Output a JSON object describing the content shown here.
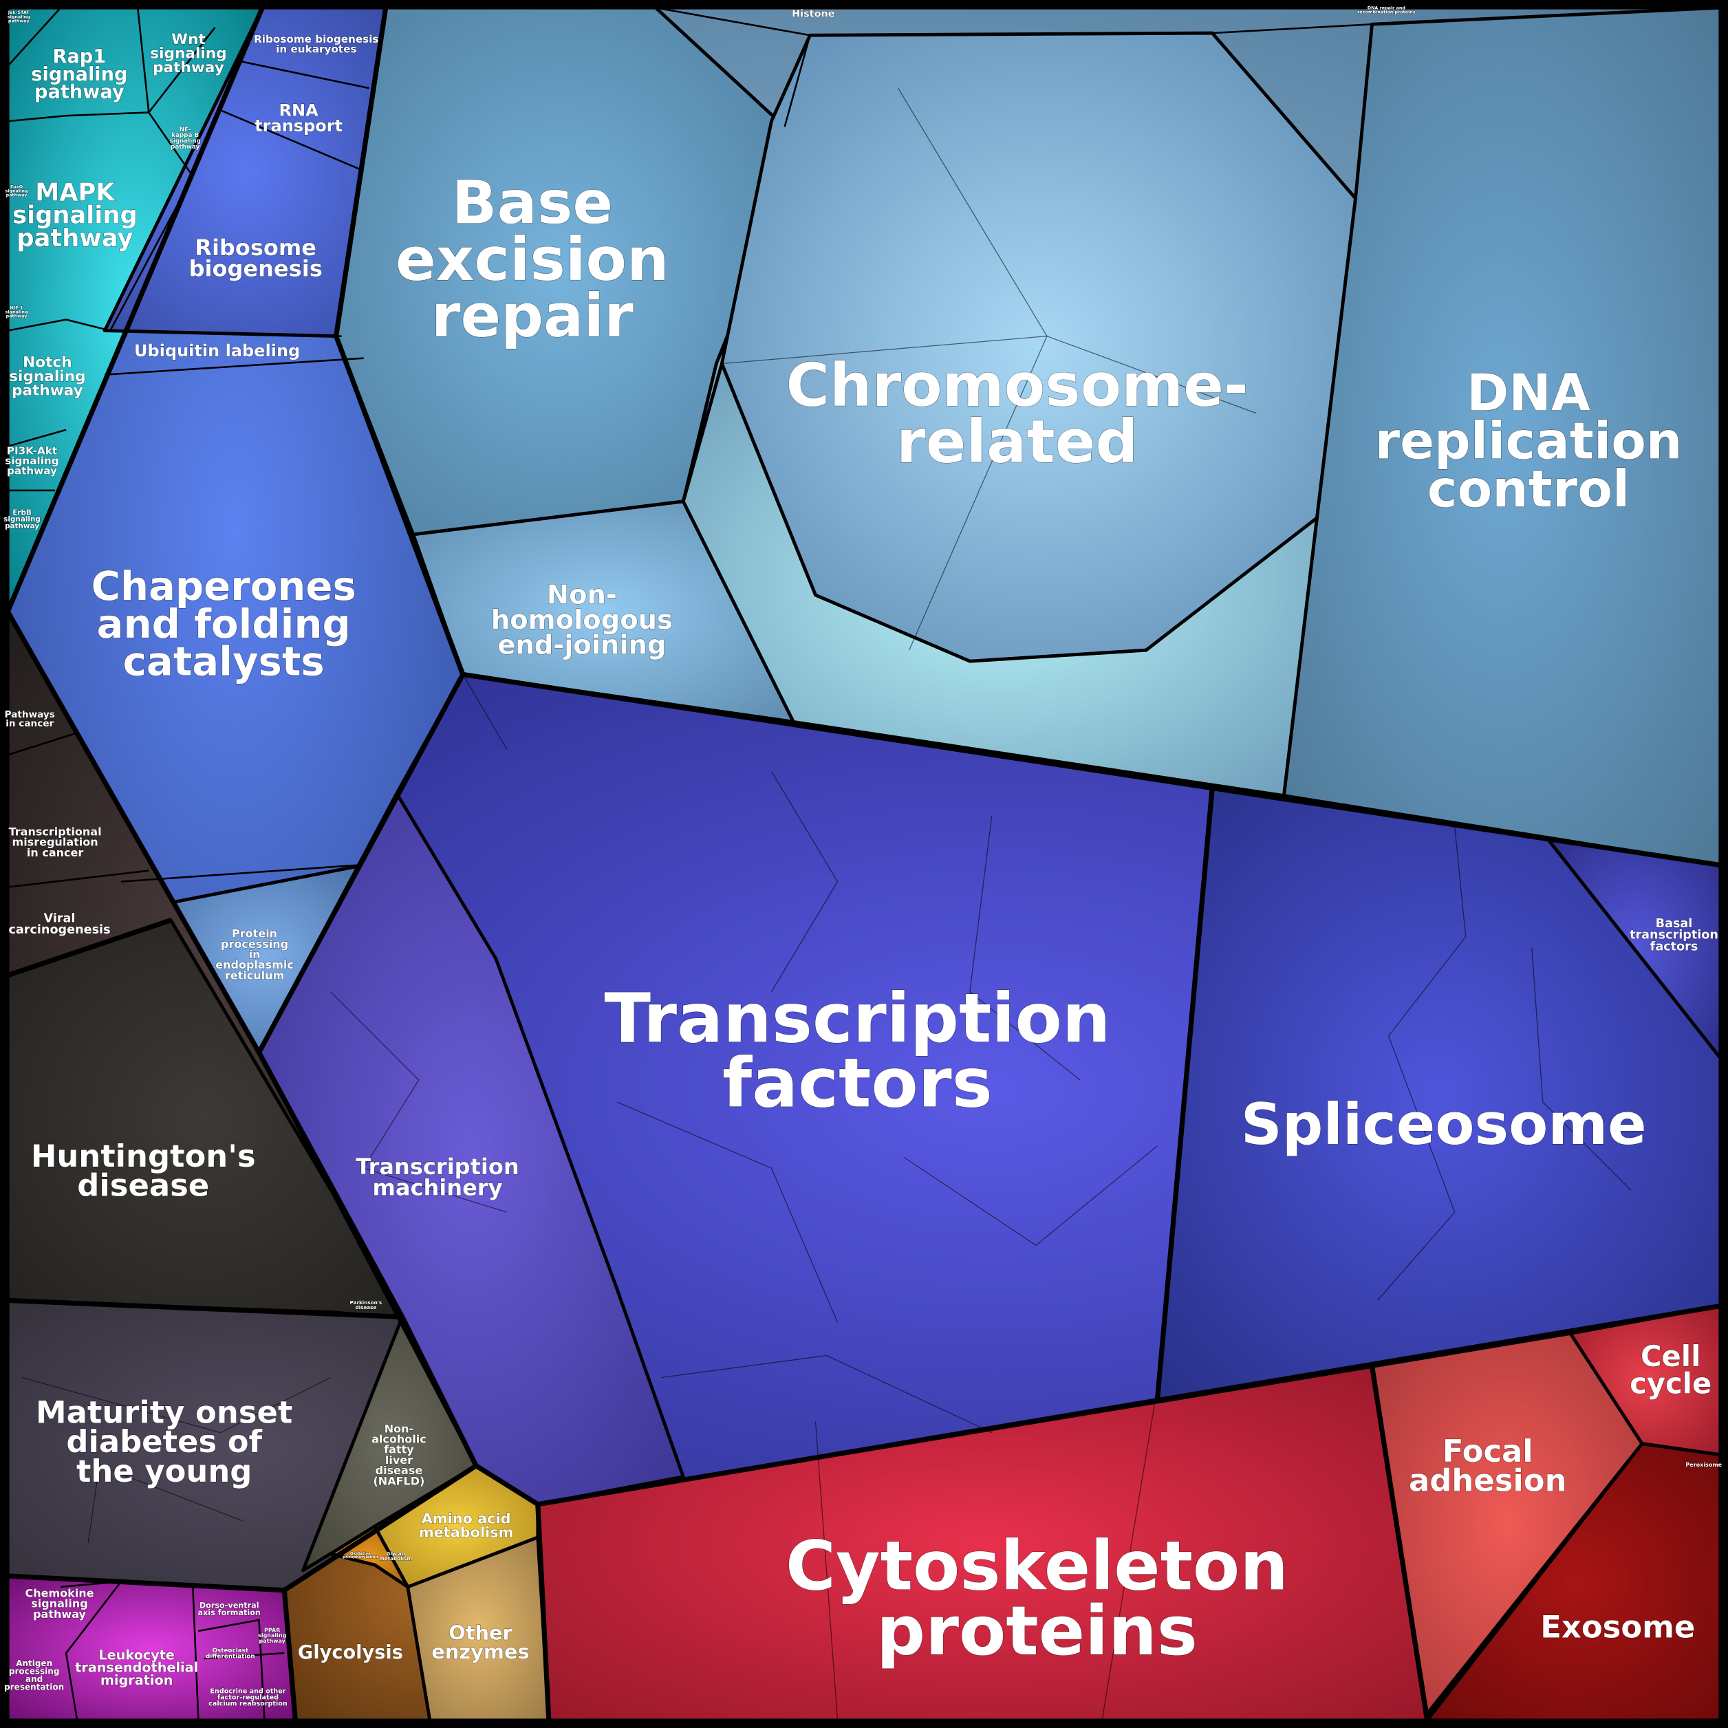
{
  "title": "Proteomap",
  "colors": {
    "signaling": "#0a9aa5",
    "genetic_info": "#4363c8",
    "replication_repair": "#5a86a8",
    "transcription": "#3f3fa6",
    "disease": "#2e2a28",
    "mody": "#3c3844",
    "immune": "#9b1c9b",
    "metabolism": "#7a4a18",
    "cytoskeleton": "#b01f34"
  },
  "regions": {
    "rap1": {
      "label": [
        "Rap1",
        "signaling",
        "pathway"
      ]
    },
    "wnt": {
      "label": [
        "Wnt",
        "signaling",
        "pathway"
      ]
    },
    "jak": {
      "label": [
        "Jak-STAT",
        "signaling",
        "pathway"
      ]
    },
    "nfkb": {
      "label": [
        "NF-",
        "kappa B",
        "signaling",
        "pathway"
      ]
    },
    "mapk": {
      "label": [
        "MAPK",
        "signaling",
        "pathway"
      ]
    },
    "foxo": {
      "label": [
        "FoxO",
        "signaling",
        "pathway"
      ]
    },
    "hif1": {
      "label": [
        "HIF-1",
        "signaling",
        "pathway"
      ]
    },
    "notch": {
      "label": [
        "Notch",
        "signaling",
        "pathway"
      ]
    },
    "pi3k": {
      "label": [
        "PI3K-Akt",
        "signaling",
        "pathway"
      ]
    },
    "erbb": {
      "label": [
        "ErbB",
        "signaling",
        "pathway"
      ]
    },
    "ribo_euk": {
      "label": [
        "Ribosome biogenesis",
        "in eukaryotes"
      ]
    },
    "rna": {
      "label": [
        "RNA",
        "transport"
      ]
    },
    "ribo": {
      "label": [
        "Ribosome",
        "biogenesis"
      ]
    },
    "ubiq": {
      "label": [
        "Ubiquitin labeling"
      ]
    },
    "chap": {
      "label": [
        "Chaperones",
        "and folding",
        "catalysts"
      ]
    },
    "prot_proc": {
      "label": [
        "Protein",
        "processing",
        "in",
        "endoplasmic",
        "reticulum"
      ]
    },
    "base": {
      "label": [
        "Base",
        "excision",
        "repair"
      ]
    },
    "chrom": {
      "label": [
        "Chromosome-",
        "related"
      ]
    },
    "dna_rep": {
      "label": [
        "DNA",
        "replication",
        "control"
      ]
    },
    "nhej": {
      "label": [
        "Non-",
        "homologous",
        "end-joining"
      ]
    },
    "histone": {
      "label": [
        "Histone"
      ]
    },
    "dna_repair": {
      "label": [
        "DNA repair and",
        "recombination proteins"
      ]
    },
    "path_cancer": {
      "label": [
        "Pathways",
        "in cancer"
      ]
    },
    "trans_misreg": {
      "label": [
        "Transcriptional",
        "misregulation",
        "in cancer"
      ]
    },
    "viral": {
      "label": [
        "Viral",
        "carcinogenesis"
      ]
    },
    "hunt": {
      "label": [
        "Huntington's",
        "disease"
      ]
    },
    "parkinsons": {
      "label": [
        "Parkinson's",
        "disease"
      ]
    },
    "mody": {
      "label": [
        "Maturity onset",
        "diabetes of",
        "the young"
      ]
    },
    "nafld": {
      "label": [
        "Non-",
        "alcoholic",
        "fatty",
        "liver",
        "disease",
        "(NAFLD)"
      ]
    },
    "tf": {
      "label": [
        "Transcription",
        "factors"
      ]
    },
    "tm": {
      "label": [
        "Transcription",
        "machinery"
      ]
    },
    "splice": {
      "label": [
        "Spliceosome"
      ]
    },
    "basal": {
      "label": [
        "Basal",
        "transcription",
        "factors"
      ]
    },
    "amino": {
      "label": [
        "Amino acid",
        "metabolism"
      ]
    },
    "glycan": {
      "label": [
        "Glycan",
        "metabolism"
      ]
    },
    "oxphos": {
      "label": [
        "Oxidative",
        "phosphorylation"
      ]
    },
    "glycolysis": {
      "label": [
        "Glycolysis"
      ]
    },
    "other": {
      "label": [
        "Other",
        "enzymes"
      ]
    },
    "cyto": {
      "label": [
        "Cytoskeleton",
        "proteins"
      ]
    },
    "focal": {
      "label": [
        "Focal",
        "adhesion"
      ]
    },
    "cell_cycle": {
      "label": [
        "Cell",
        "cycle"
      ]
    },
    "exosome": {
      "label": [
        "Exosome"
      ]
    },
    "peroxisome": {
      "label": [
        "Peroxisome"
      ]
    },
    "chemokine": {
      "label": [
        "Chemokine",
        "signaling",
        "pathway"
      ]
    },
    "leukocyte": {
      "label": [
        "Leukocyte",
        "transendothelial",
        "migration"
      ]
    },
    "antigen": {
      "label": [
        "Antigen",
        "processing",
        "and",
        "presentation"
      ]
    },
    "dorso": {
      "label": [
        "Dorso-ventral",
        "axis formation"
      ]
    },
    "osteo": {
      "label": [
        "Osteoclast",
        "differentiation"
      ]
    },
    "ppar": {
      "label": [
        "PPAR",
        "signaling",
        "pathway"
      ]
    },
    "endocrine": {
      "label": [
        "Endocrine and other",
        "factor-regulated",
        "calcium reabsorption"
      ]
    }
  }
}
